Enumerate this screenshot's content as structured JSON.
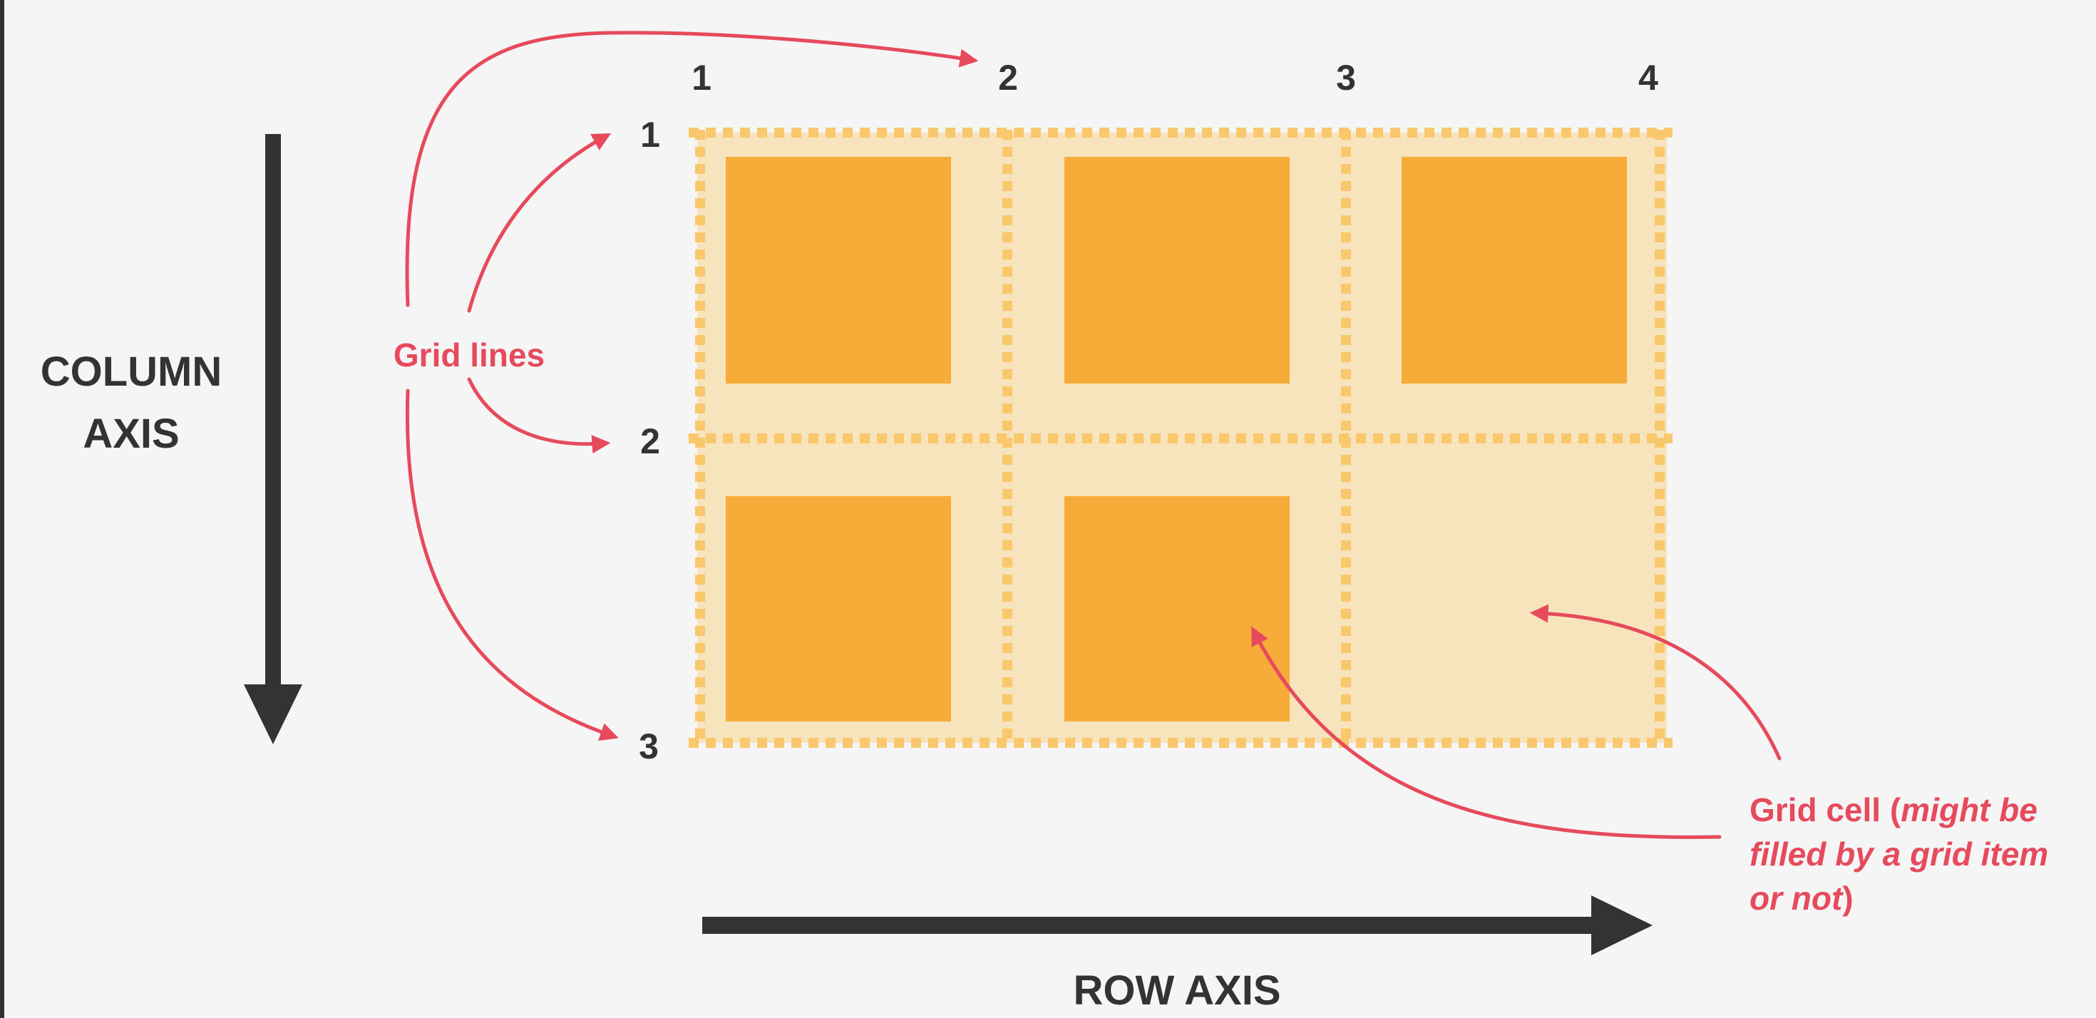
{
  "colors": {
    "background": "#f5f5f5",
    "grid_area": "#f7e3bc",
    "grid_item": "#f7ab38",
    "grid_line": "#f9c76c",
    "annotation": "#e64a5c",
    "axis": "#333333"
  },
  "grid": {
    "columns": 3,
    "rows": 2,
    "filled_cells": [
      [
        0,
        0
      ],
      [
        0,
        1
      ],
      [
        0,
        2
      ],
      [
        1,
        0
      ],
      [
        1,
        1
      ]
    ],
    "empty_cells": [
      [
        1,
        2
      ]
    ]
  },
  "column_line_numbers": [
    "1",
    "2",
    "3",
    "4"
  ],
  "row_line_numbers": [
    "1",
    "2",
    "3"
  ],
  "axes": {
    "column_axis_line1": "COLUMN",
    "column_axis_line2": "AXIS",
    "row_axis": "ROW AXIS"
  },
  "annotations": {
    "grid_lines": "Grid lines",
    "grid_cell_line1_normal": "Grid cell (",
    "grid_cell_line1_italic": "might be",
    "grid_cell_line2_italic": "filled by a grid item",
    "grid_cell_line3_italic": "or not",
    "grid_cell_line3_normal": ")"
  }
}
